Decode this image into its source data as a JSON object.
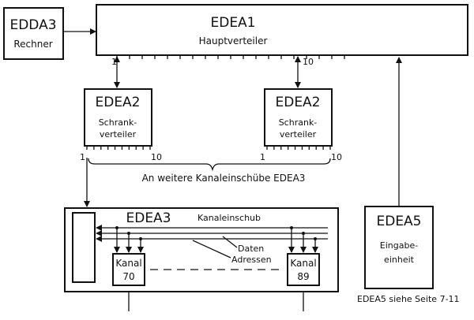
{
  "colors": {
    "ink": "#111111",
    "background": "#ffffff"
  },
  "blocks": {
    "edda3": {
      "title": "EDDA3",
      "subtitle": "Rechner"
    },
    "edea1": {
      "title": "EDEA1",
      "subtitle": "Hauptverteiler",
      "port_left": "1",
      "port_right": "10"
    },
    "edea2_left": {
      "title": "EDEA2",
      "subtitle_line1": "Schrank-",
      "subtitle_line2": "verteiler",
      "port_left": "1",
      "port_right": "10"
    },
    "edea2_right": {
      "title": "EDEA2",
      "subtitle_line1": "Schrank-",
      "subtitle_line2": "verteiler",
      "port_left": "1",
      "port_right": "10"
    },
    "edea3": {
      "title": "EDEA3",
      "bus_label": "Kanaleinschub",
      "data_label": "Daten",
      "address_label": "Adressen"
    },
    "kanal_70": {
      "label": "Kanal",
      "number": "70"
    },
    "kanal_89": {
      "label": "Kanal",
      "number": "89"
    },
    "edea5": {
      "title": "EDEA5",
      "subtitle_line1": "Eingabe-",
      "subtitle_line2": "einheit"
    }
  },
  "annotations": {
    "brace_label": "An weitere Kanaleinschübe EDEA3",
    "footnote": "EDEA5 siehe Seite 7-11"
  }
}
